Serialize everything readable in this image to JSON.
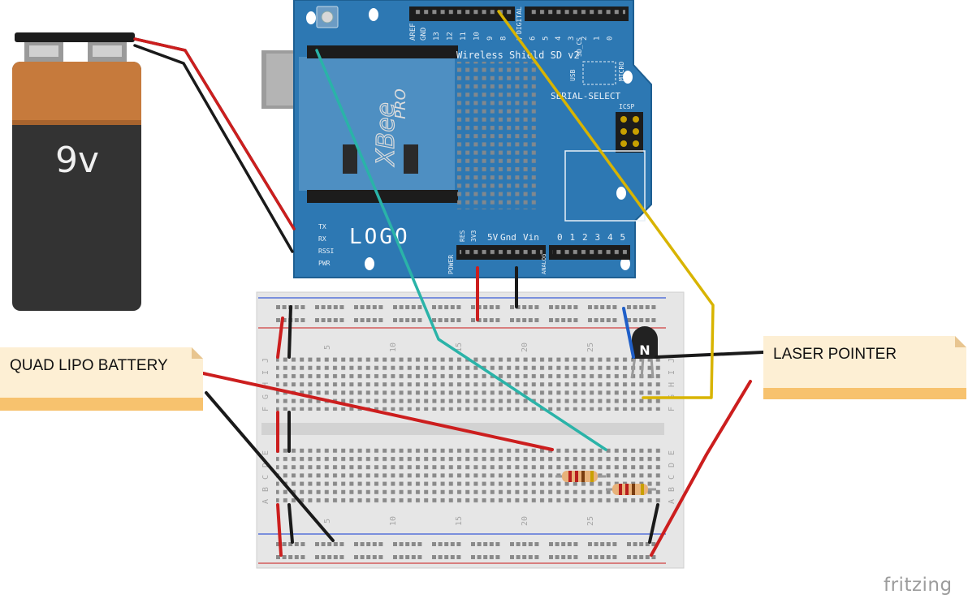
{
  "battery9v": {
    "label": "9v"
  },
  "shield": {
    "title": "Wireless Shield SD v2",
    "logo": "LOGO",
    "xbee_label": "XBee",
    "xbee_sub": "PRO",
    "serial_select": "SERIAL-SELECT",
    "icsp": "ICSP",
    "usb": "USB",
    "micro": "MICRO",
    "sd_cs": "SD_CS",
    "power": "POWER",
    "analog": "ANALOG",
    "digital": "DIGITAL",
    "aref": "AREF",
    "gnd": "GND",
    "digital_pins": [
      "13",
      "12",
      "11",
      "10",
      "9",
      "8",
      "7",
      "6",
      "5",
      "4",
      "3",
      "2",
      "1",
      "0"
    ],
    "power_pins": [
      "RES",
      "3V3",
      "5V",
      "Gnd",
      "Vin"
    ],
    "analog_pins": [
      "0",
      "1",
      "2",
      "3",
      "4",
      "5"
    ],
    "status_leds": [
      "TX",
      "RX",
      "RSSI",
      "PWR"
    ]
  },
  "breadboard": {
    "top_cols": [
      "5",
      "10",
      "15",
      "20",
      "25"
    ],
    "bottom_cols": [
      "5",
      "10",
      "15",
      "20",
      "25"
    ],
    "left_rows": [
      "J",
      "I",
      "H",
      "G",
      "F",
      "E",
      "D",
      "C",
      "B",
      "A"
    ],
    "right_rows": [
      "J",
      "I",
      "H",
      "G",
      "F",
      "E",
      "D",
      "C",
      "B",
      "A"
    ]
  },
  "transistor": {
    "label": "N"
  },
  "notes": [
    {
      "id": "quad-lipo",
      "text": "QUAD LIPO BATTERY"
    },
    {
      "id": "laser-pointer",
      "text": "LASER POINTER"
    }
  ],
  "brand": "fritzing",
  "colors": {
    "board": "#2d78b3",
    "breadboard": "#e8e8e8",
    "wire_red": "#cc1e1e",
    "wire_black": "#1a1a1a",
    "wire_yellow": "#d8b400",
    "wire_cyan": "#2ab3a8",
    "wire_blue": "#1f5fc8",
    "note": "#fdefd4",
    "battery_orange": "#c67a3c",
    "battery_dark": "#333333"
  }
}
